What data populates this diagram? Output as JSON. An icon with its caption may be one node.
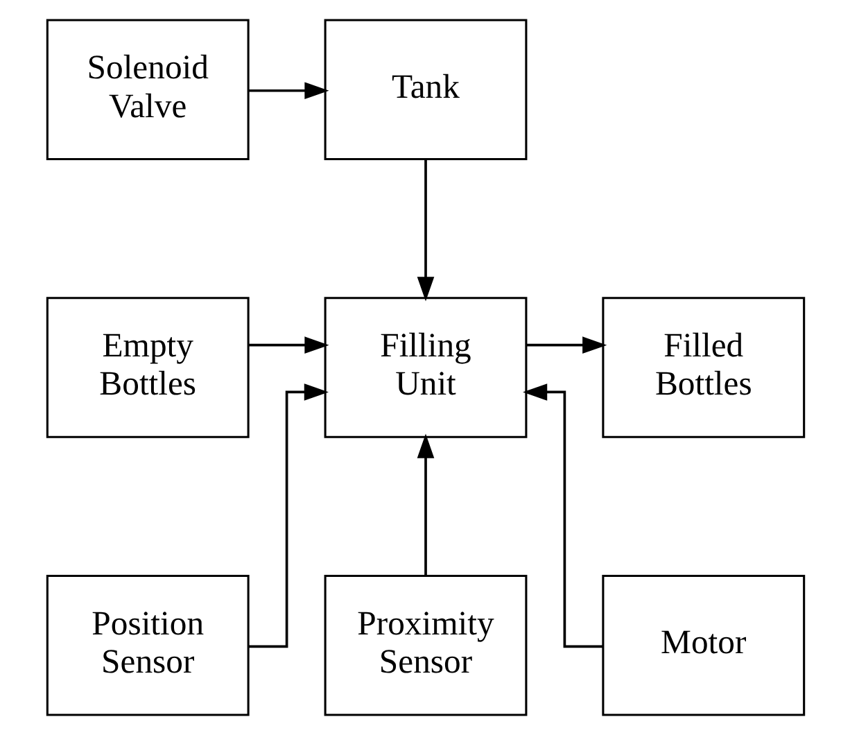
{
  "diagram": {
    "nodes": [
      {
        "text": [
          "Tank"
        ]
      },
      {
        "text": [
          "Solenoid Valve"
        ]
      },
      {
        "text": [
          "Empty Bottles"
        ]
      },
      {
        "text": [
          "Filling Unit"
        ]
      },
      {
        "text": [
          "Filled Bottles"
        ]
      },
      {
        "text": [
          "Position Sensor"
        ]
      },
      {
        "text": [
          "Proximity Sensor"
        ]
      },
      {
        "text": [
          "Motor"
        ]
      }
    ],
    "edges": [
      {
        "from": 1,
        "to": 0,
        "arrow": "to"
      },
      {
        "from": 0,
        "to": 3,
        "arrow": "to"
      },
      {
        "from": 2,
        "to": 3,
        "arrow": "to"
      },
      {
        "from": 3,
        "to": 4,
        "arrow": "to"
      },
      {
        "from": 5,
        "to": 3,
        "arrow": "to"
      },
      {
        "from": 6,
        "to": 3,
        "arrow": "to"
      },
      {
        "from": 7,
        "to": 3,
        "arrow": "to"
      }
    ]
  }
}
